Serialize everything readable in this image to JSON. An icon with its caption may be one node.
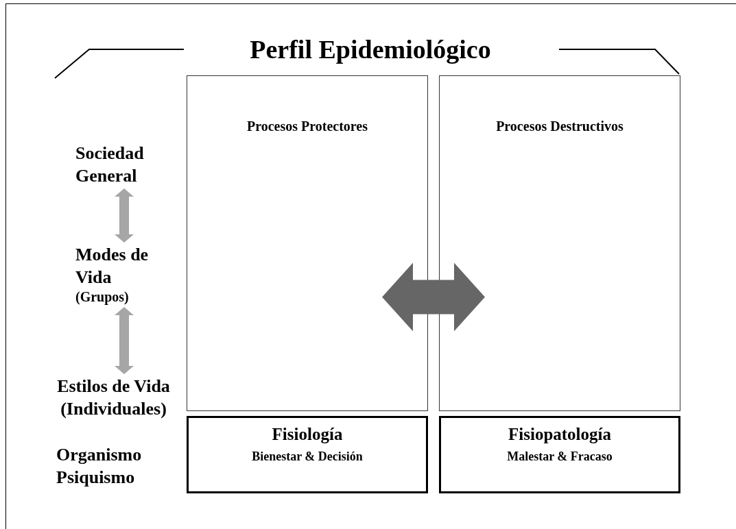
{
  "diagram": {
    "title": "Perfil Epidemiológico",
    "nodes": [
      {
        "text": [
          "Sociedad General"
        ]
      },
      {
        "text": [
          "Modes de Vida",
          "(Grupos)"
        ]
      },
      {
        "text": [
          "Estilos de Vida (Individuales)"
        ]
      },
      {
        "text": [
          "Organismo Psiquismo"
        ]
      },
      {
        "text": [
          "Procesos Protectores"
        ]
      },
      {
        "text": [
          "Procesos Destructivos"
        ]
      },
      {
        "text": [
          "Fisiología",
          "Bienestar & Decisión"
        ]
      },
      {
        "text": [
          "Fisiopatología",
          "Malestar & Fracaso"
        ]
      }
    ],
    "edges": [
      {
        "from": 0,
        "to": 1,
        "arrow": "both"
      },
      {
        "from": 1,
        "to": 2,
        "arrow": "both"
      },
      {
        "from": 4,
        "to": 5,
        "arrow": "both",
        "style": "thick",
        "color": "#666666"
      }
    ]
  }
}
